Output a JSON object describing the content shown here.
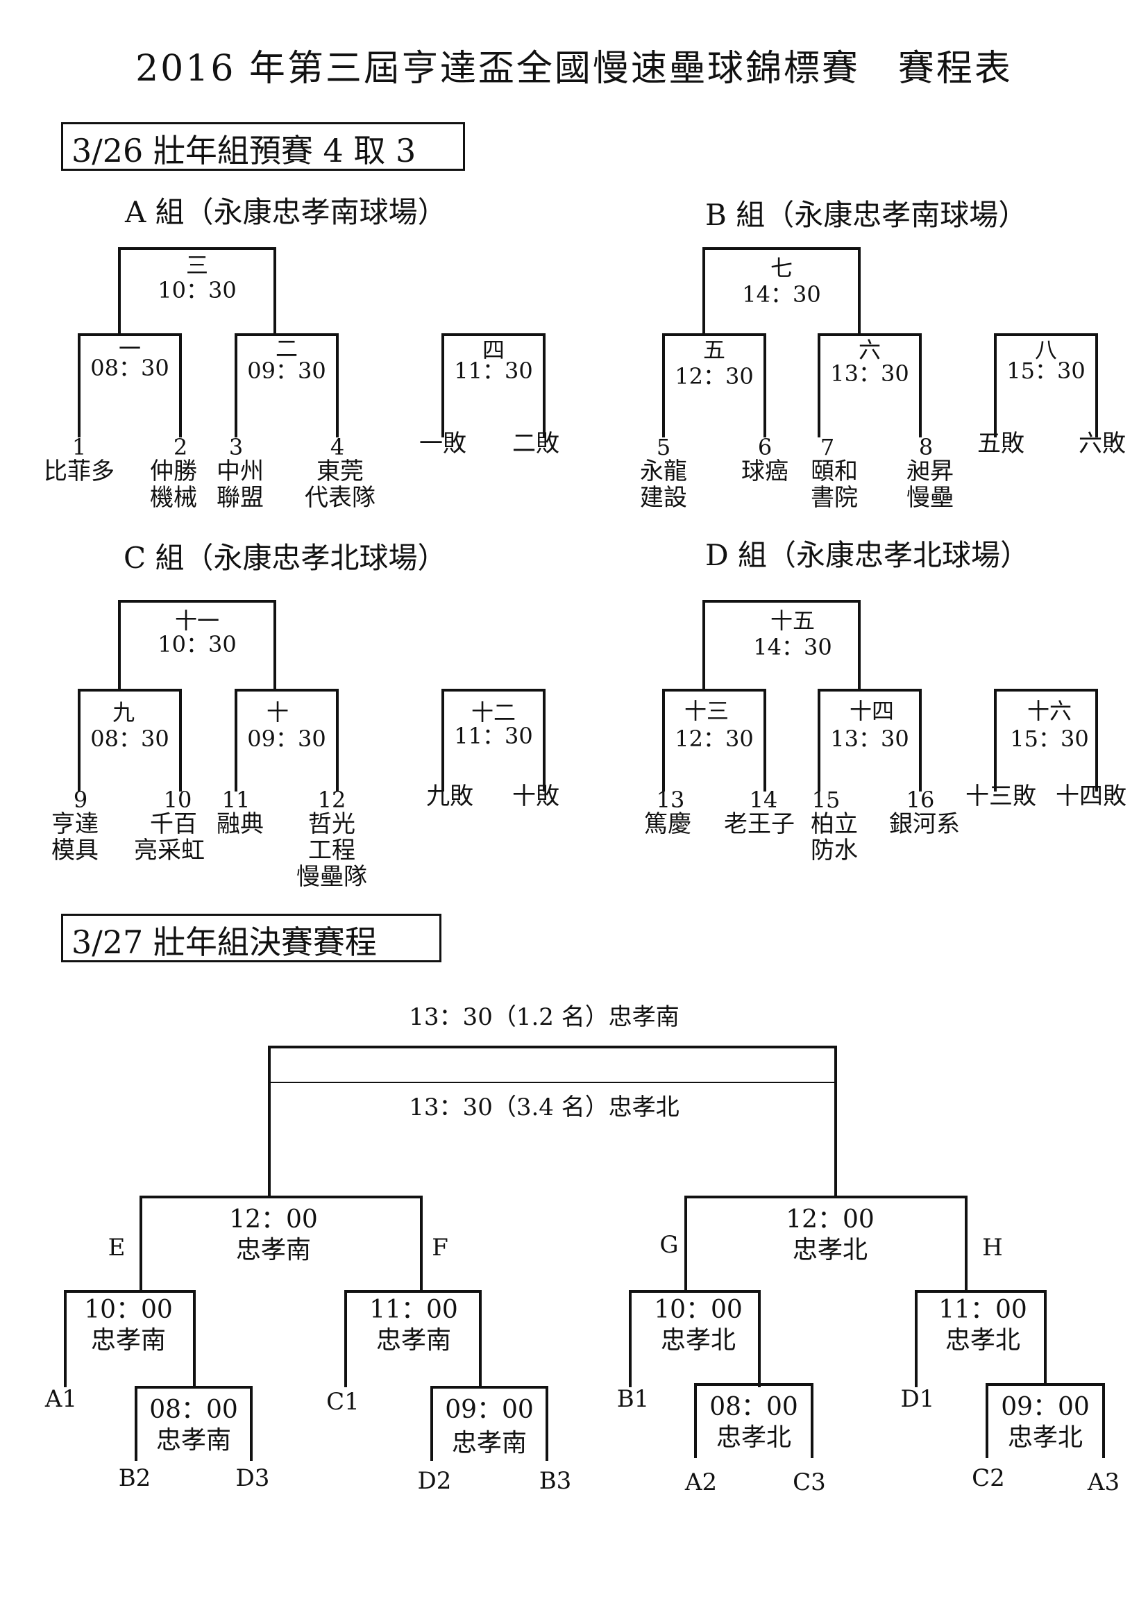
{
  "title": "2016 年第三屆亨達盃全國慢速壘球錦標賽　賽程表",
  "prelim": {
    "label": "3/26 壯年組預賽 4 取 3",
    "groups": {
      "A": {
        "heading": "A 組（永康忠孝南球場）",
        "games": [
          {
            "no": "三",
            "time": "10：30"
          },
          {
            "no": "一",
            "time": "08：30"
          },
          {
            "no": "二",
            "time": "09：30"
          },
          {
            "no": "四",
            "time": "11：30"
          }
        ],
        "teams": [
          {
            "seed": "1",
            "line1": "比菲多",
            "line2": ""
          },
          {
            "seed": "2",
            "line1": "仲勝",
            "line2": "機械"
          },
          {
            "seed": "3",
            "line1": "中州",
            "line2": "聯盟"
          },
          {
            "seed": "4",
            "line1": "東莞",
            "line2": "代表隊"
          }
        ],
        "losers": [
          "一敗",
          "二敗"
        ]
      },
      "B": {
        "heading": "B 組（永康忠孝南球場）",
        "games": [
          {
            "no": "七",
            "time": "14：30"
          },
          {
            "no": "五",
            "time": "12：30"
          },
          {
            "no": "六",
            "time": "13：30"
          },
          {
            "no": "八",
            "time": "15：30"
          }
        ],
        "teams": [
          {
            "seed": "5",
            "line1": "永龍",
            "line2": "建設"
          },
          {
            "seed": "6",
            "line1": "球癌",
            "line2": ""
          },
          {
            "seed": "7",
            "line1": "頤和",
            "line2": "書院"
          },
          {
            "seed": "8",
            "line1": "昶昇",
            "line2": "慢壘"
          }
        ],
        "losers": [
          "五敗",
          "六敗"
        ]
      },
      "C": {
        "heading": "C 組（永康忠孝北球場）",
        "games": [
          {
            "no": "十一",
            "time": "10：30"
          },
          {
            "no": "九",
            "time": "08：30"
          },
          {
            "no": "十",
            "time": "09：30"
          },
          {
            "no": "十二",
            "time": "11：30"
          }
        ],
        "teams": [
          {
            "seed": "9",
            "line1": "亨達",
            "line2": "模具",
            "line3": ""
          },
          {
            "seed": "10",
            "line1": "千百",
            "line2": "亮采虹",
            "line3": ""
          },
          {
            "seed": "11",
            "line1": "融典",
            "line2": "",
            "line3": ""
          },
          {
            "seed": "12",
            "line1": "哲光",
            "line2": "工程",
            "line3": "慢壘隊"
          }
        ],
        "losers": [
          "九敗",
          "十敗"
        ]
      },
      "D": {
        "heading": "D 組（永康忠孝北球場）",
        "games": [
          {
            "no": "十五",
            "time": "14：30"
          },
          {
            "no": "十三",
            "time": "12：30"
          },
          {
            "no": "十四",
            "time": "13：30"
          },
          {
            "no": "十六",
            "time": "15：30"
          }
        ],
        "teams": [
          {
            "seed": "13",
            "line1": "篤慶",
            "line2": ""
          },
          {
            "seed": "14",
            "line1": "老王子",
            "line2": ""
          },
          {
            "seed": "15",
            "line1": "柏立",
            "line2": "防水"
          },
          {
            "seed": "16",
            "line1": "銀河系",
            "line2": ""
          }
        ],
        "losers": [
          "十三敗",
          "十四敗"
        ]
      }
    }
  },
  "final": {
    "label": "3/27 壯年組決賽賽程",
    "championship": "13：30（1.2 名）忠孝南",
    "third_place": "13：30（3.4 名）忠孝北",
    "semis": [
      {
        "time": "12：00",
        "field": "忠孝南"
      },
      {
        "time": "12：00",
        "field": "忠孝北"
      }
    ],
    "bracket_letters": [
      "E",
      "F",
      "G",
      "H"
    ],
    "quarters": [
      {
        "time": "10：00",
        "field": "忠孝南"
      },
      {
        "time": "11：00",
        "field": "忠孝南"
      },
      {
        "time": "10：00",
        "field": "忠孝北"
      },
      {
        "time": "11：00",
        "field": "忠孝北"
      }
    ],
    "firsts": [
      {
        "time": "08：00",
        "field": "忠孝南"
      },
      {
        "time": "09：00",
        "field": "忠孝南"
      },
      {
        "time": "08：00",
        "field": "忠孝北"
      },
      {
        "time": "09：00",
        "field": "忠孝北"
      }
    ],
    "seeds": [
      "A1",
      "B2",
      "D3",
      "C1",
      "D2",
      "B3",
      "B1",
      "A2",
      "C3",
      "D1",
      "C2",
      "A3"
    ]
  }
}
